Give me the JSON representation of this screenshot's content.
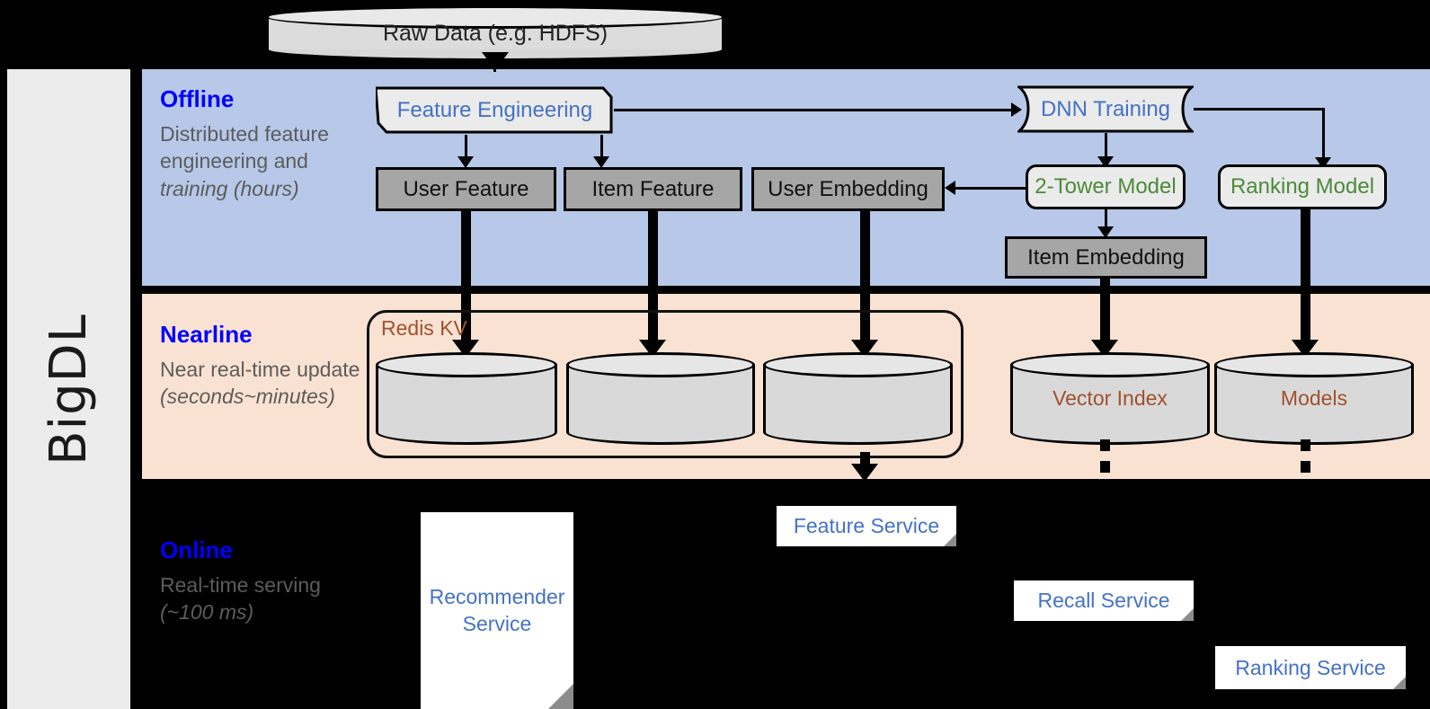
{
  "platform": {
    "name": "BigDL"
  },
  "source": {
    "label": "Raw Data (e.g. HDFS)"
  },
  "stages": [
    {
      "title": "Offline",
      "desc": "Distributed feature engineering and ",
      "desc_em": "training (hours)"
    },
    {
      "title": "Nearline",
      "desc": "Near real-time update ",
      "desc_em": "(seconds~minutes)"
    },
    {
      "title": "Online",
      "desc": "Real-time serving ",
      "desc_em": "(~100 ms)"
    }
  ],
  "offline": {
    "feature_engineering": "Feature Engineering",
    "dnn_training": "DNN Training",
    "user_feature": "User Feature",
    "item_feature": "Item Feature",
    "user_embedding": "User Embedding",
    "two_tower_model": "2-Tower Model",
    "ranking_model": "Ranking Model",
    "item_embedding": "Item Embedding"
  },
  "nearline": {
    "redis_kv": "Redis KV",
    "store_user_feature": "",
    "store_item_feature": "",
    "store_user_embedding": "",
    "vector_index": "Vector Index",
    "models": "Models"
  },
  "online": {
    "recommender_service": "Recommender Service",
    "feature_service": "Feature Service",
    "recall_service": "Recall Service",
    "ranking_service": "Ranking Service"
  },
  "colors": {
    "offline_band": "#b7c8e8",
    "nearline_band": "#fae2d2",
    "online_band": "#000000",
    "stage_title": "#0000ff",
    "stage_desc": "#5c5c5c",
    "process_text": "#4472c4",
    "model_text": "#4b8b3b",
    "store_text": "#a0522d",
    "data_box": "#a6a6a6",
    "rail": "#ececec"
  }
}
